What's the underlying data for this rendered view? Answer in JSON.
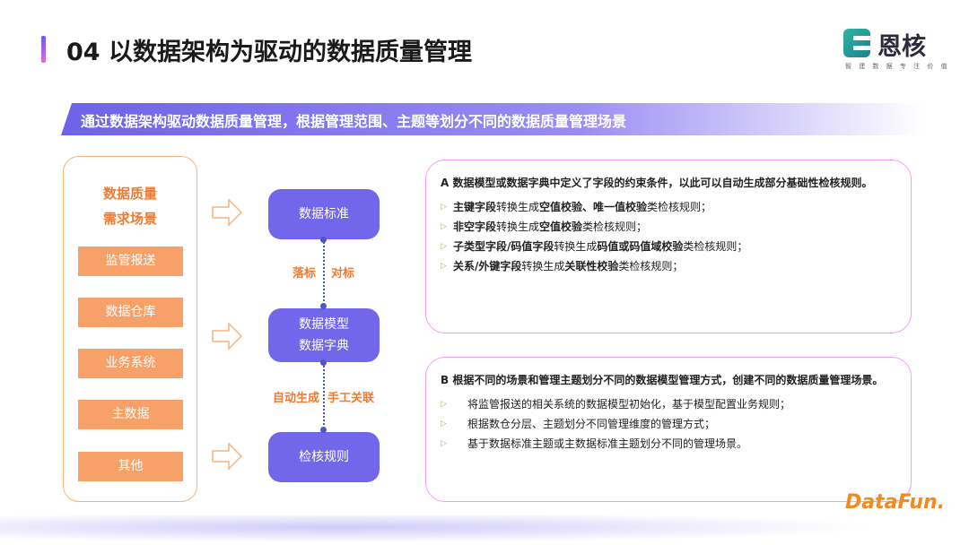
{
  "title": "04 以数据架构为驱动的数据质量管理",
  "logo": {
    "name": "恩核",
    "tagline": "智 建 数 据   专 注 价 值"
  },
  "banner": "通过数据架构驱动数据质量管理，根据管理范围、主题等划分不同的数据质量管理场景",
  "left": {
    "title1": "数据质量",
    "title2": "需求场景",
    "items": [
      "监管报送",
      "数据仓库",
      "业务系统",
      "主数据",
      "其他"
    ]
  },
  "flow": {
    "node1": "数据标准",
    "node2a": "数据模型",
    "node2b": "数据字典",
    "node3": "检核规则",
    "lab1": "落标",
    "lab2": "对标",
    "lab3": "自动生成",
    "lab4": "手工关联"
  },
  "cardA": {
    "heading": "A 数据模型或数据字典中定义了字段的约束条件，以此可以自动生成部分基础性检核规则。",
    "items": [
      [
        {
          "t": "主键字段",
          "b": true
        },
        {
          "t": "转换生成",
          "b": false
        },
        {
          "t": "空值校验、唯一值校验",
          "b": true
        },
        {
          "t": "类检核规则；",
          "b": false
        }
      ],
      [
        {
          "t": "非空字段",
          "b": true
        },
        {
          "t": "转换生成",
          "b": false
        },
        {
          "t": "空值校验",
          "b": true
        },
        {
          "t": "类检核规则；",
          "b": false
        }
      ],
      [
        {
          "t": "子类型字段/码值字段",
          "b": true
        },
        {
          "t": "转换生成",
          "b": false
        },
        {
          "t": "码值或码值域校验",
          "b": true
        },
        {
          "t": "类检核规则；",
          "b": false
        }
      ],
      [
        {
          "t": "关系/外键字段",
          "b": true
        },
        {
          "t": "转换生成",
          "b": false
        },
        {
          "t": "关联性校验",
          "b": true
        },
        {
          "t": "类检核规则；",
          "b": false
        }
      ]
    ]
  },
  "cardB": {
    "heading": "B 根据不同的场景和管理主题划分不同的数据模型管理方式，创建不同的数据质量管理场景。",
    "items": [
      "将监管报送的相关系统的数据模型初始化，基于模型配置业务规则；",
      "根据数仓分层、主题划分不同管理维度的管理方式；",
      "基于数据标准主题或主数据标准主题划分不同的管理场景。"
    ]
  },
  "brand": "DataFun."
}
